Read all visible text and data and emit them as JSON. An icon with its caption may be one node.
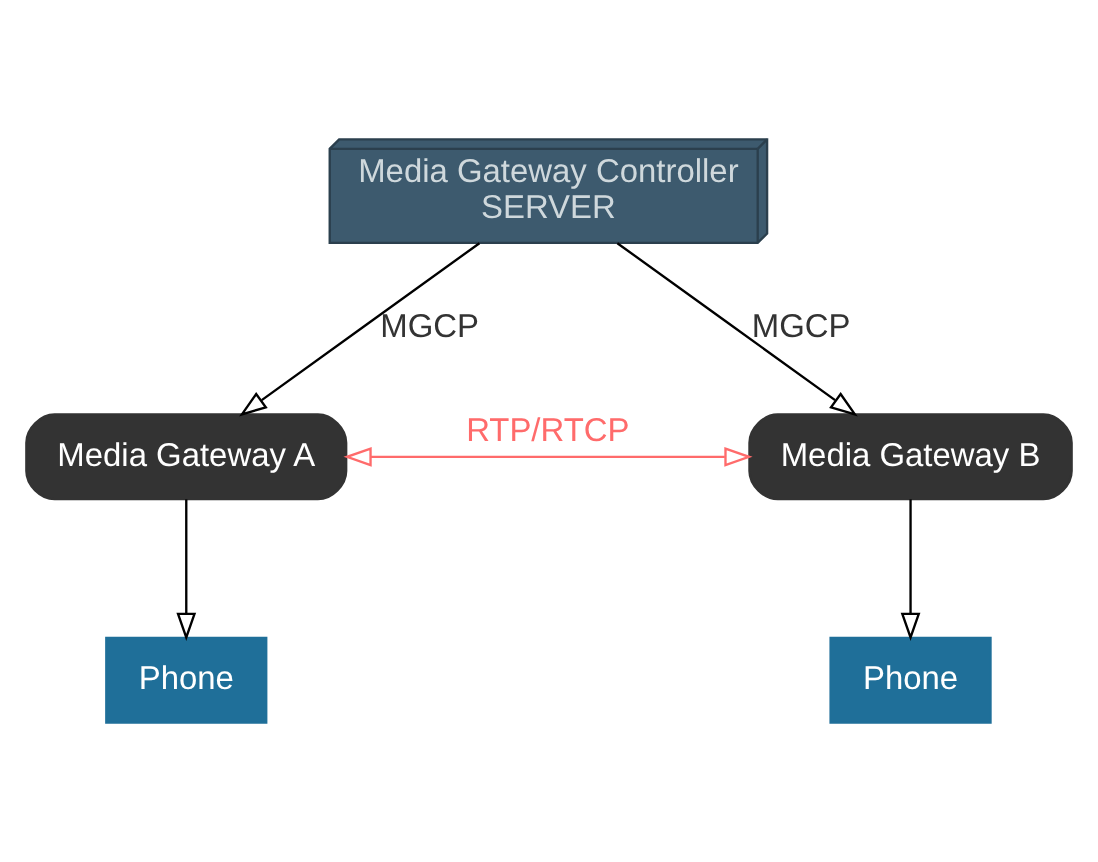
{
  "diagram": {
    "nodes": [
      {
        "text": [
          "Media Gateway Controller",
          "SERVER"
        ]
      },
      {
        "text": [
          "Media Gateway A"
        ]
      },
      {
        "text": [
          "Media Gateway B"
        ]
      },
      {
        "text": [
          "Phone"
        ]
      },
      {
        "text": [
          "Phone"
        ]
      }
    ],
    "edges": [
      {
        "from": 0,
        "to": 1,
        "arrow": "to",
        "label": "MGCP"
      },
      {
        "from": 0,
        "to": 2,
        "arrow": "to",
        "label": "MGCP"
      },
      {
        "from": 1,
        "to": 2,
        "arrow": "both",
        "label": "RTP/RTCP",
        "color": "#ff6b6b"
      },
      {
        "from": 1,
        "to": 3,
        "arrow": "to"
      },
      {
        "from": 2,
        "to": 4,
        "arrow": "to"
      }
    ]
  }
}
